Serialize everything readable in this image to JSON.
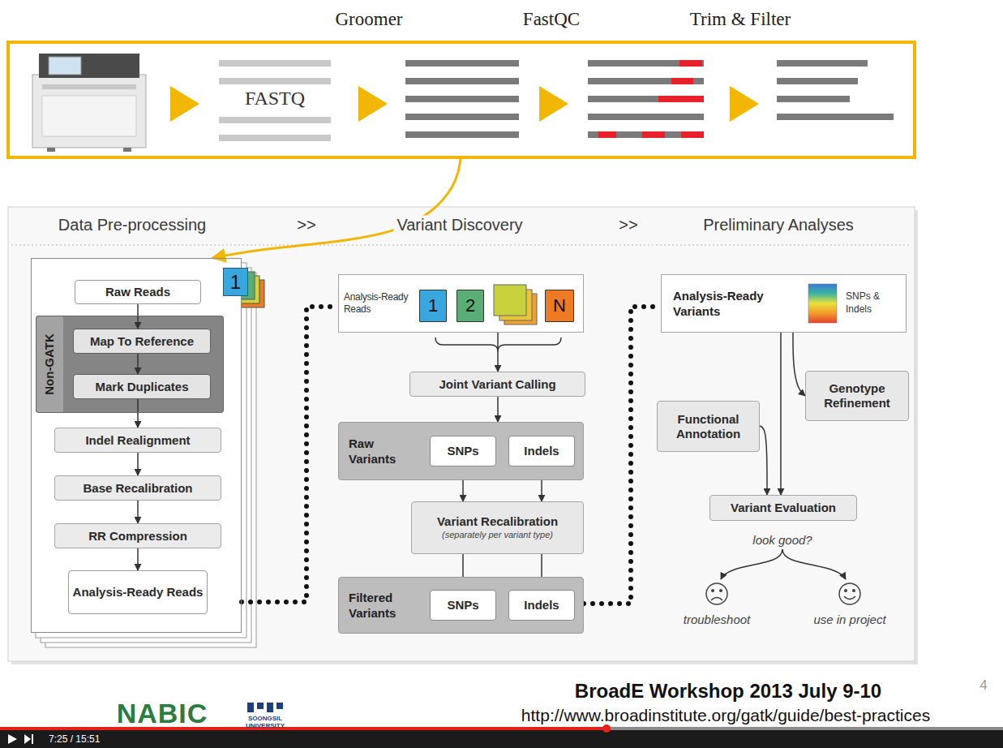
{
  "diagram": {
    "nodes": [
      {
        "text": [
          "FASTQ"
        ]
      },
      {
        "text": [
          "1"
        ]
      },
      {
        "text": [
          "Raw Reads"
        ],
        "in": 1
      },
      {
        "text": [
          "Non-GATK"
        ],
        "in": 1
      },
      {
        "text": [
          "Map To Reference"
        ],
        "in": 3
      },
      {
        "text": [
          "Mark Duplicates"
        ],
        "in": 3
      },
      {
        "text": [
          "Indel Realignment"
        ],
        "in": 1
      },
      {
        "text": [
          "Base Recalibration"
        ],
        "in": 1
      },
      {
        "text": [
          "RR Compression"
        ],
        "in": 1
      },
      {
        "text": [
          "Analysis-Ready Reads"
        ],
        "in": 1
      },
      {
        "text": [
          "Analysis-Ready Reads"
        ]
      },
      {
        "text": [
          "1"
        ],
        "in": 10
      },
      {
        "text": [
          "2"
        ],
        "in": 10
      },
      {
        "text": [
          "N"
        ],
        "in": 10
      },
      {
        "text": [
          "Joint Variant Calling"
        ]
      },
      {
        "text": [
          "Raw Variants"
        ]
      },
      {
        "text": [
          "SNPs"
        ],
        "in": 15
      },
      {
        "text": [
          "Indels"
        ],
        "in": 15
      },
      {
        "text": [
          "Variant Recalibration",
          "(separately per variant type)"
        ]
      },
      {
        "text": [
          "Filtered Variants"
        ]
      },
      {
        "text": [
          "SNPs"
        ],
        "in": 19
      },
      {
        "text": [
          "Indels"
        ],
        "in": 19
      },
      {
        "text": [
          "Analysis-Ready Variants",
          "SNPs & Indels"
        ]
      },
      {
        "text": [
          "Genotype Refinement"
        ]
      },
      {
        "text": [
          "Functional Annotation"
        ]
      },
      {
        "text": [
          "Variant Evaluation"
        ]
      }
    ],
    "edges": [
      {
        "from": 0,
        "to": 1,
        "arrow": "to"
      },
      {
        "from": 2,
        "to": 4,
        "arrow": "to"
      },
      {
        "from": 4,
        "to": 5,
        "arrow": "to"
      },
      {
        "from": 5,
        "to": 6,
        "arrow": "to"
      },
      {
        "from": 6,
        "to": 7,
        "arrow": "to"
      },
      {
        "from": 7,
        "to": 8,
        "arrow": "to"
      },
      {
        "from": 8,
        "to": 9,
        "arrow": "to"
      },
      {
        "from": 1,
        "to": 10,
        "arrow": "none"
      },
      {
        "from": 10,
        "to": 14,
        "arrow": "to"
      },
      {
        "from": 14,
        "to": 15,
        "arrow": "to"
      },
      {
        "from": 16,
        "to": 18,
        "arrow": "to"
      },
      {
        "from": 17,
        "to": 18,
        "arrow": "to"
      },
      {
        "from": 18,
        "to": 20,
        "arrow": "to"
      },
      {
        "from": 18,
        "to": 21,
        "arrow": "to"
      },
      {
        "from": 19,
        "to": 22,
        "arrow": "none"
      },
      {
        "from": 22,
        "to": 25,
        "arrow": "to"
      },
      {
        "from": 22,
        "to": 23,
        "arrow": "to"
      },
      {
        "from": 24,
        "to": 25,
        "arrow": "to"
      }
    ],
    "labels": [
      "Groomer",
      "FastQC",
      "Trim & Filter",
      "Data Pre-processing",
      ">>",
      "Variant Discovery",
      ">>",
      "Preliminary Analyses",
      "look good?",
      "troubleshoot",
      "use in project",
      "BroadE Workshop 2013 July 9-10",
      "http://www.broadinstitute.org/gatk/guide/best-practices",
      "4",
      "NABIC",
      "SOONGSIL UNIVERSITY",
      "7:25 / 15:51"
    ]
  }
}
